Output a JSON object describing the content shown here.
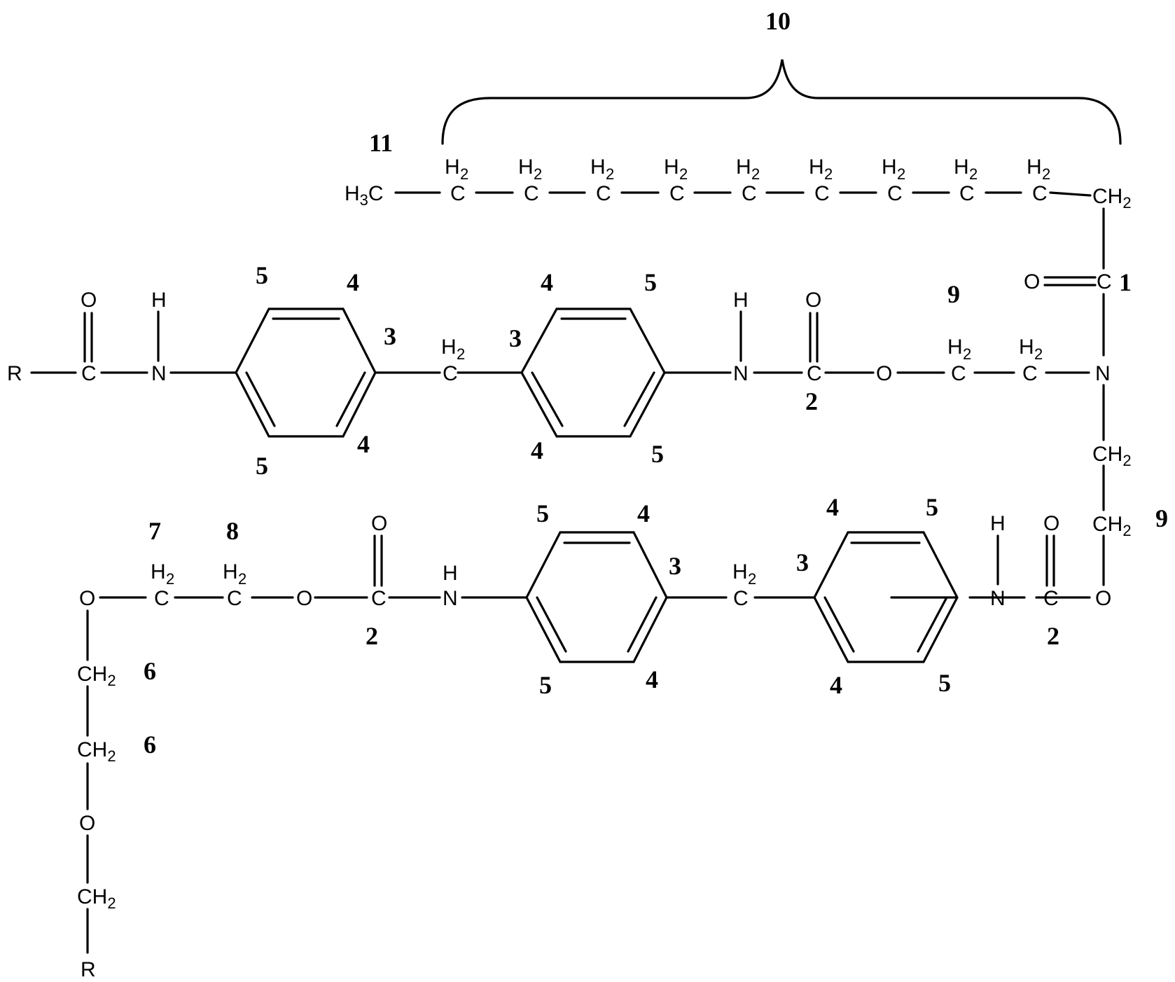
{
  "atoms": {
    "R": "R",
    "C": "C",
    "N": "N",
    "O": "O",
    "H": "H",
    "H2": "H2",
    "CH2": "CH2",
    "H3C": "H3C"
  },
  "position_labels": {
    "carbonyl": "1",
    "urethane_carbonyl": "2",
    "aromatic_quaternary": "3",
    "aromatic_ch_inner": "4",
    "aromatic_ch_outer": "5",
    "ether_ch2": "6",
    "oxy_ch2_a": "7",
    "oxy_ch2_b": "8",
    "n_ch2": "9",
    "alkyl_chain": "10",
    "terminal_ch2": "11"
  },
  "colors": {
    "ink": "#000000",
    "background": "#ffffff"
  }
}
